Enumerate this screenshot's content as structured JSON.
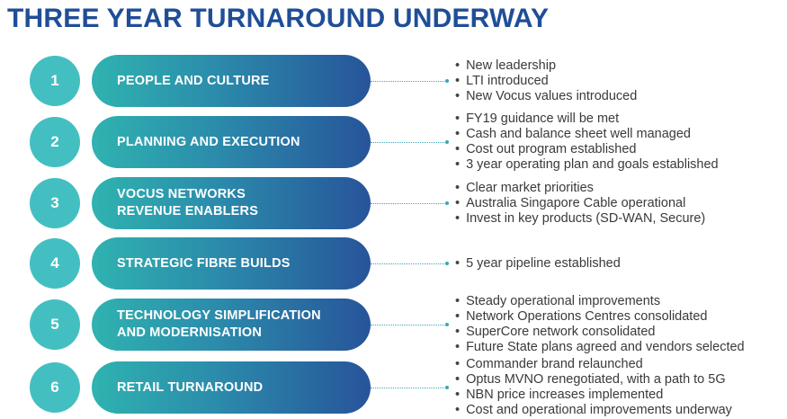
{
  "title": "THREE YEAR TURNAROUND UNDERWAY",
  "items": [
    {
      "number": "1",
      "label": "PEOPLE AND CULTURE",
      "bullets": [
        "New leadership",
        "LTI introduced",
        "New Vocus values introduced"
      ]
    },
    {
      "number": "2",
      "label": "PLANNING AND EXECUTION",
      "bullets": [
        "FY19 guidance will be met",
        "Cash and balance sheet well managed",
        "Cost out program established",
        "3 year operating plan and goals established"
      ]
    },
    {
      "number": "3",
      "label": "VOCUS NETWORKS\nREVENUE ENABLERS",
      "bullets": [
        "Clear market priorities",
        "Australia Singapore Cable operational",
        "Invest in key products (SD-WAN, Secure)"
      ]
    },
    {
      "number": "4",
      "label": "STRATEGIC FIBRE BUILDS",
      "bullets": [
        "5 year pipeline established"
      ]
    },
    {
      "number": "5",
      "label": "TECHNOLOGY SIMPLIFICATION\nAND MODERNISATION",
      "bullets": [
        "Steady operational improvements",
        "Network Operations Centres consolidated",
        "SuperCore network consolidated",
        "Future State plans agreed and vendors selected"
      ]
    },
    {
      "number": "6",
      "label": "RETAIL TURNAROUND",
      "bullets": [
        "Commander brand relaunched",
        "Optus MVNO renegotiated, with a path to 5G",
        "NBN price increases implemented",
        "Cost and operational improvements underway"
      ]
    }
  ]
}
